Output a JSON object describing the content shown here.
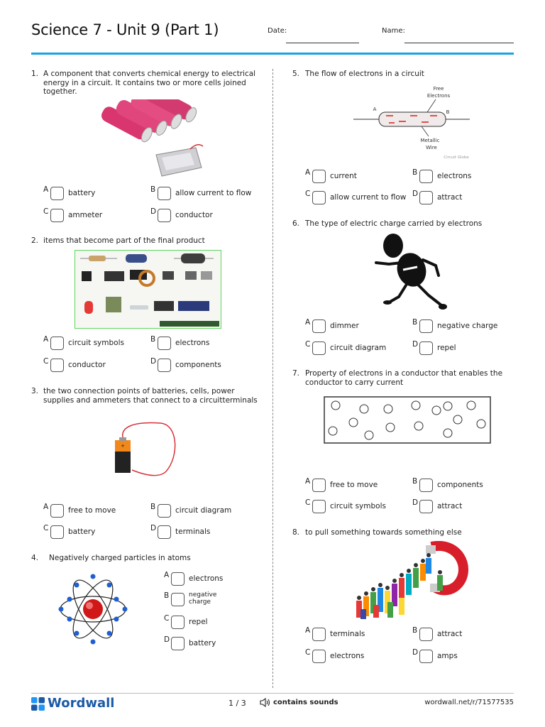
{
  "header": {
    "title": "Science 7 - Unit 9 (Part 1)",
    "date_label": "Date:",
    "name_label": "Name:"
  },
  "questions": [
    {
      "number": "1.",
      "text": "A component that converts chemical energy to electrical energy in a circuit. It contains two or more cells joined together.",
      "image": "battery-cells-photo",
      "options": [
        {
          "letter": "A",
          "text": "battery"
        },
        {
          "letter": "B",
          "text": "allow current to flow"
        },
        {
          "letter": "C",
          "text": "ammeter"
        },
        {
          "letter": "D",
          "text": "conductor"
        }
      ]
    },
    {
      "number": "2.",
      "text": "items that become part of the final product",
      "image": "electronic-components-photo",
      "options": [
        {
          "letter": "A",
          "text": "circuit symbols"
        },
        {
          "letter": "B",
          "text": "electrons"
        },
        {
          "letter": "C",
          "text": "conductor"
        },
        {
          "letter": "D",
          "text": "components"
        }
      ]
    },
    {
      "number": "3.",
      "text": "the two connection points of batteries, cells, power supplies and ammeters that connect to a circuitterminals",
      "image": "battery-with-wire",
      "options": [
        {
          "letter": "A",
          "text": "free to move"
        },
        {
          "letter": "B",
          "text": "circuit diagram"
        },
        {
          "letter": "C",
          "text": "battery"
        },
        {
          "letter": "D",
          "text": "terminals"
        }
      ]
    },
    {
      "number": "4.",
      "text": "Negatively charged particles in atoms",
      "image": "atom-diagram",
      "options": [
        {
          "letter": "A",
          "text": "electrons"
        },
        {
          "letter": "B",
          "text": "negative charge"
        },
        {
          "letter": "C",
          "text": "repel"
        },
        {
          "letter": "D",
          "text": "battery"
        }
      ]
    },
    {
      "number": "5.",
      "text": "The flow of electrons in a circuit",
      "image": "wire-electron-flow",
      "image_labels": {
        "free": "Free",
        "electrons": "Electrons",
        "a": "A",
        "b": "B",
        "metallic": "Metallic",
        "wire": "Wire",
        "credit": "Circuit Globe"
      },
      "options": [
        {
          "letter": "A",
          "text": "current"
        },
        {
          "letter": "B",
          "text": "electrons"
        },
        {
          "letter": "C",
          "text": "allow current to flow"
        },
        {
          "letter": "D",
          "text": "attract"
        }
      ]
    },
    {
      "number": "6.",
      "text": "The type of electric charge carried by electrons",
      "image": "running-electron-figure",
      "options": [
        {
          "letter": "A",
          "text": "dimmer"
        },
        {
          "letter": "B",
          "text": "negative charge"
        },
        {
          "letter": "C",
          "text": "circuit diagram"
        },
        {
          "letter": "D",
          "text": "repel"
        }
      ]
    },
    {
      "number": "7.",
      "text": "Property of electrons in a conductor that enables the conductor to carry current",
      "image": "free-electrons-box",
      "options": [
        {
          "letter": "A",
          "text": "free to move"
        },
        {
          "letter": "B",
          "text": "components"
        },
        {
          "letter": "C",
          "text": "circuit symbols"
        },
        {
          "letter": "D",
          "text": "attract"
        }
      ]
    },
    {
      "number": "8.",
      "text": "to pull something towards something else",
      "image": "magnet-attracting-people",
      "options": [
        {
          "letter": "A",
          "text": "terminals"
        },
        {
          "letter": "B",
          "text": "attract"
        },
        {
          "letter": "C",
          "text": "electrons"
        },
        {
          "letter": "D",
          "text": "amps"
        }
      ]
    }
  ],
  "footer": {
    "brand": "Wordwall",
    "page": "1 / 3",
    "sounds": "contains sounds",
    "url": "wordwall.net/r/71577535"
  },
  "colors": {
    "accent": "#1aa3e0",
    "brand": "#1b5aa6"
  }
}
